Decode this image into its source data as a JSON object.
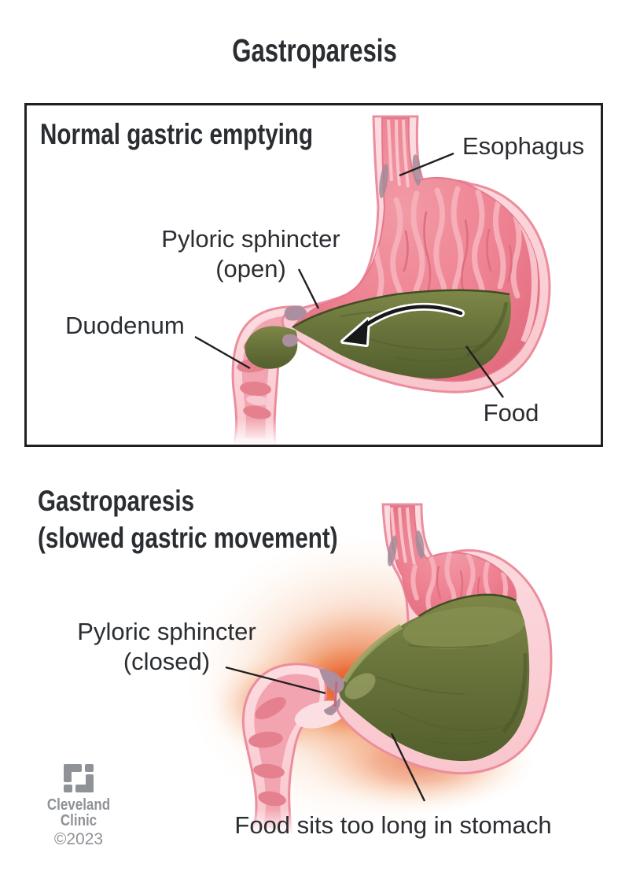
{
  "title": "Gastroparesis",
  "panel_normal": {
    "heading": "Normal gastric emptying",
    "labels": {
      "esophagus": "Esophagus",
      "pyloric_line1": "Pyloric sphincter",
      "pyloric_line2": "(open)",
      "duodenum": "Duodenum",
      "food": "Food"
    }
  },
  "panel_gastroparesis": {
    "heading_line1": "Gastroparesis",
    "heading_line2": "(slowed gastric movement)",
    "labels": {
      "pyloric_line1": "Pyloric sphincter",
      "pyloric_line2": "(closed)",
      "food": "Food sits too long in stomach"
    }
  },
  "footer": {
    "logo_icon": "cleveland-clinic-logo",
    "brand_line1": "Cleveland",
    "brand_line2": "Clinic",
    "copyright": "©2023"
  },
  "colors": {
    "text": "#2a2d31",
    "panel_border": "#231f20",
    "stomach_wall": "#fbd6db",
    "wall_edge": "#ec8d9d",
    "interior_rose": "#ee8494",
    "rugae_light": "#f6aeb9",
    "food_green": "#6f7a3d",
    "food_dark": "#4a5527",
    "sphincter_mauve": "#ab8fa0",
    "glow_orange": "#e1491a",
    "logo_gray": "#8f9296"
  }
}
